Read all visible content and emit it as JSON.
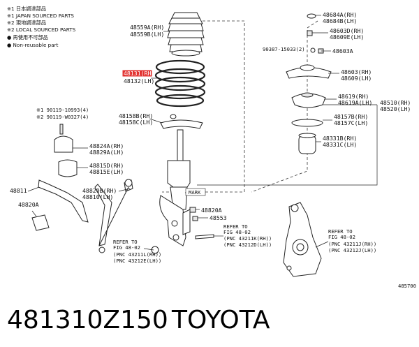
{
  "legend": {
    "l1": "※1 日本調達部品",
    "l2": "※1 JAPAN SOURCED PARTS",
    "l3": "※2 現地調達部品",
    "l4": "※2 LOCAL SOURCED PARTS",
    "l5": "● 再使用不可部品",
    "l6": "● Non-reusable part"
  },
  "labels": {
    "p48559a": "48559A(RH)",
    "p48559b": "48559B(LH)",
    "p48131": "48131(RH)",
    "p48132": "48132(LH)",
    "p48158b": "48158B(RH)",
    "p48158c": "48158C(LH)",
    "b1": "※1 90119-10993(4)",
    "b2": "※2 90119-W0327(4)",
    "p48824a": "48824A(RH)",
    "p48829a": "48829A(LH)",
    "p48815d": "48815D(RH)",
    "p48815e": "48815E(LH)",
    "p48811": "48811",
    "p48820b": "48820B(RH)",
    "p48810": "48810(LH)",
    "p48820a_l": "48820A",
    "p48820a_r": "48820A",
    "p48553": "48553",
    "mark": "MARK",
    "p48684a": "48684A(RH)",
    "p48684b": "48684B(LH)",
    "p48603d": "48603D(RH)",
    "p48609e": "48609E(LH)",
    "b3": "90387-15033(2)",
    "p48603a": "48603A",
    "p48603": "48603(RH)",
    "p48609": "48609(LH)",
    "p48619a_rh": "48619(RH)",
    "p48619a_lh": "48619A(LH)",
    "p48157b": "48157B(RH)",
    "p48157c": "48157C(LH)",
    "p48331b": "48331B(RH)",
    "p48331c": "48331C(LH)",
    "p48510": "48510(RH)",
    "p48520": "48520(LH)",
    "refL1": "REFER TO",
    "refL2": "FIG 48-02",
    "refL3": "(PNC 43211L(RH))",
    "refL4": "(PNC 43212E(LH))",
    "refM1": "REFER TO",
    "refM2": "FIG 48-02",
    "refM3": "(PNC 43211K(RH))",
    "refM4": "(PNC 43212D(LH))",
    "refR1": "REFER TO",
    "refR2": "FIG 48-02",
    "refR3": "(PNC 43211J(RH))",
    "refR4": "(PNC 43212J(LH))",
    "figno": "485700"
  },
  "caption": {
    "part_number": "481310Z150",
    "brand": "TOYOTA"
  },
  "colors": {
    "highlight": "#e2312f"
  }
}
